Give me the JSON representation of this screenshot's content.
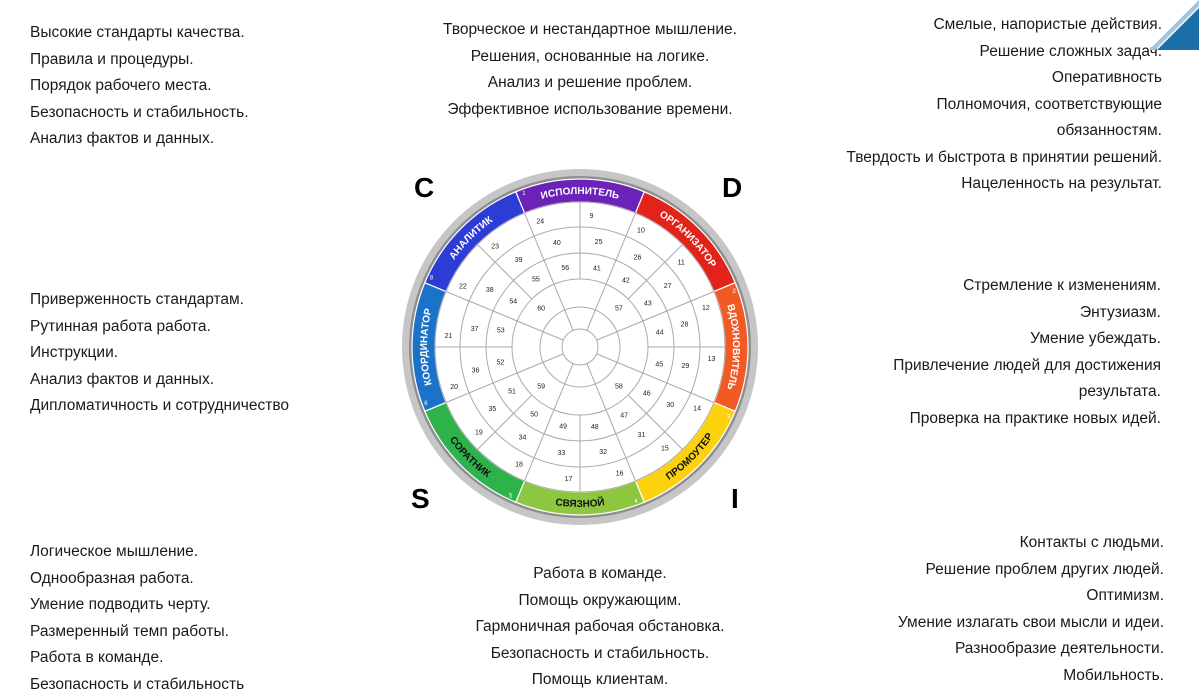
{
  "blocks": {
    "top_left": [
      "Высокие стандарты качества.",
      "Правила и процедуры.",
      "Порядок рабочего места.",
      "Безопасность и стабильность.",
      "Анализ фактов и данных."
    ],
    "top_center": [
      "Творческое и нестандартное мышление.",
      "Решения, основанные на логике.",
      "Анализ и решение проблем.",
      "Эффективное использование времени."
    ],
    "top_right": [
      "Смелые, напористые действия.",
      "Решение сложных задач.",
      "Оперативность",
      "Полномочия, соответствующие",
      "обязанностям.",
      "Твердость и быстрота в принятии решений.",
      "Нацеленность на результат."
    ],
    "mid_left": [
      "Приверженность стандартам.",
      "Рутинная работа работа.",
      "Инструкции.",
      "Анализ фактов и данных.",
      "Дипломатичность и сотрудничество"
    ],
    "mid_right": [
      "Стремление к изменениям.",
      "Энтузиазм.",
      "Умение убеждать.",
      "Привлечение людей для достижения",
      "результата.",
      "Проверка на практике новых идей."
    ],
    "bottom_left": [
      "Логическое мышление.",
      "Однообразная работа.",
      "Умение подводить черту.",
      "Размеренный темп работы.",
      "Работа в команде.",
      "Безопасность и стабильность"
    ],
    "bottom_center": [
      "Работа в команде.",
      "Помощь окружающим.",
      "Гармоничная рабочая обстановка.",
      "Безопасность и стабильность.",
      "Помощь клиентам."
    ],
    "bottom_right": [
      "Контакты с людьми.",
      "Решение проблем других людей.",
      "Оптимизм.",
      "Умение излагать свои мысли и идеи.",
      "Разнообразие деятельности.",
      "Мобильность."
    ]
  },
  "letters": {
    "C": "C",
    "D": "D",
    "S": "S",
    "I": "I"
  },
  "wheel": {
    "segments": [
      {
        "label": "ИСПОЛНИТЕЛЬ",
        "num": "1",
        "color": "#6a22b8"
      },
      {
        "label": "ОРГАНИЗАТОР",
        "num": "",
        "color": "#e2231a"
      },
      {
        "label": "ВДОХНОВИТЕЛЬ",
        "num": "2",
        "color": "#f15a24"
      },
      {
        "label": "ПРОМОУТЕР",
        "num": "3",
        "color": "#fcd20f"
      },
      {
        "label": "СВЯЗНОЙ",
        "num": "4",
        "color": "#8dc63f"
      },
      {
        "label": "СОРАТНИК",
        "num": "5",
        "color": "#2db34a"
      },
      {
        "label": "КООРДИНАТОР",
        "num": "6",
        "color": "#1a73c9"
      },
      {
        "label": "АНАЛИТИК",
        "num": "8",
        "color": "#2e3cd6"
      }
    ],
    "ring_outer": [
      "9",
      "10",
      "11",
      "12",
      "13",
      "14",
      "15",
      "16",
      "17",
      "18",
      "19",
      "20",
      "21",
      "22",
      "23",
      "24"
    ],
    "ring_2": [
      "25",
      "26",
      "27",
      "28",
      "29",
      "30",
      "31",
      "32",
      "33",
      "34",
      "35",
      "36",
      "37",
      "38",
      "39",
      "40"
    ],
    "ring_3": [
      "41",
      "42",
      "43",
      "44",
      "45",
      "46",
      "47",
      "48",
      "49",
      "50",
      "51",
      "52",
      "53",
      "54",
      "55",
      "56"
    ],
    "ring_inner": [
      "57",
      "58",
      "59",
      "60"
    ]
  }
}
